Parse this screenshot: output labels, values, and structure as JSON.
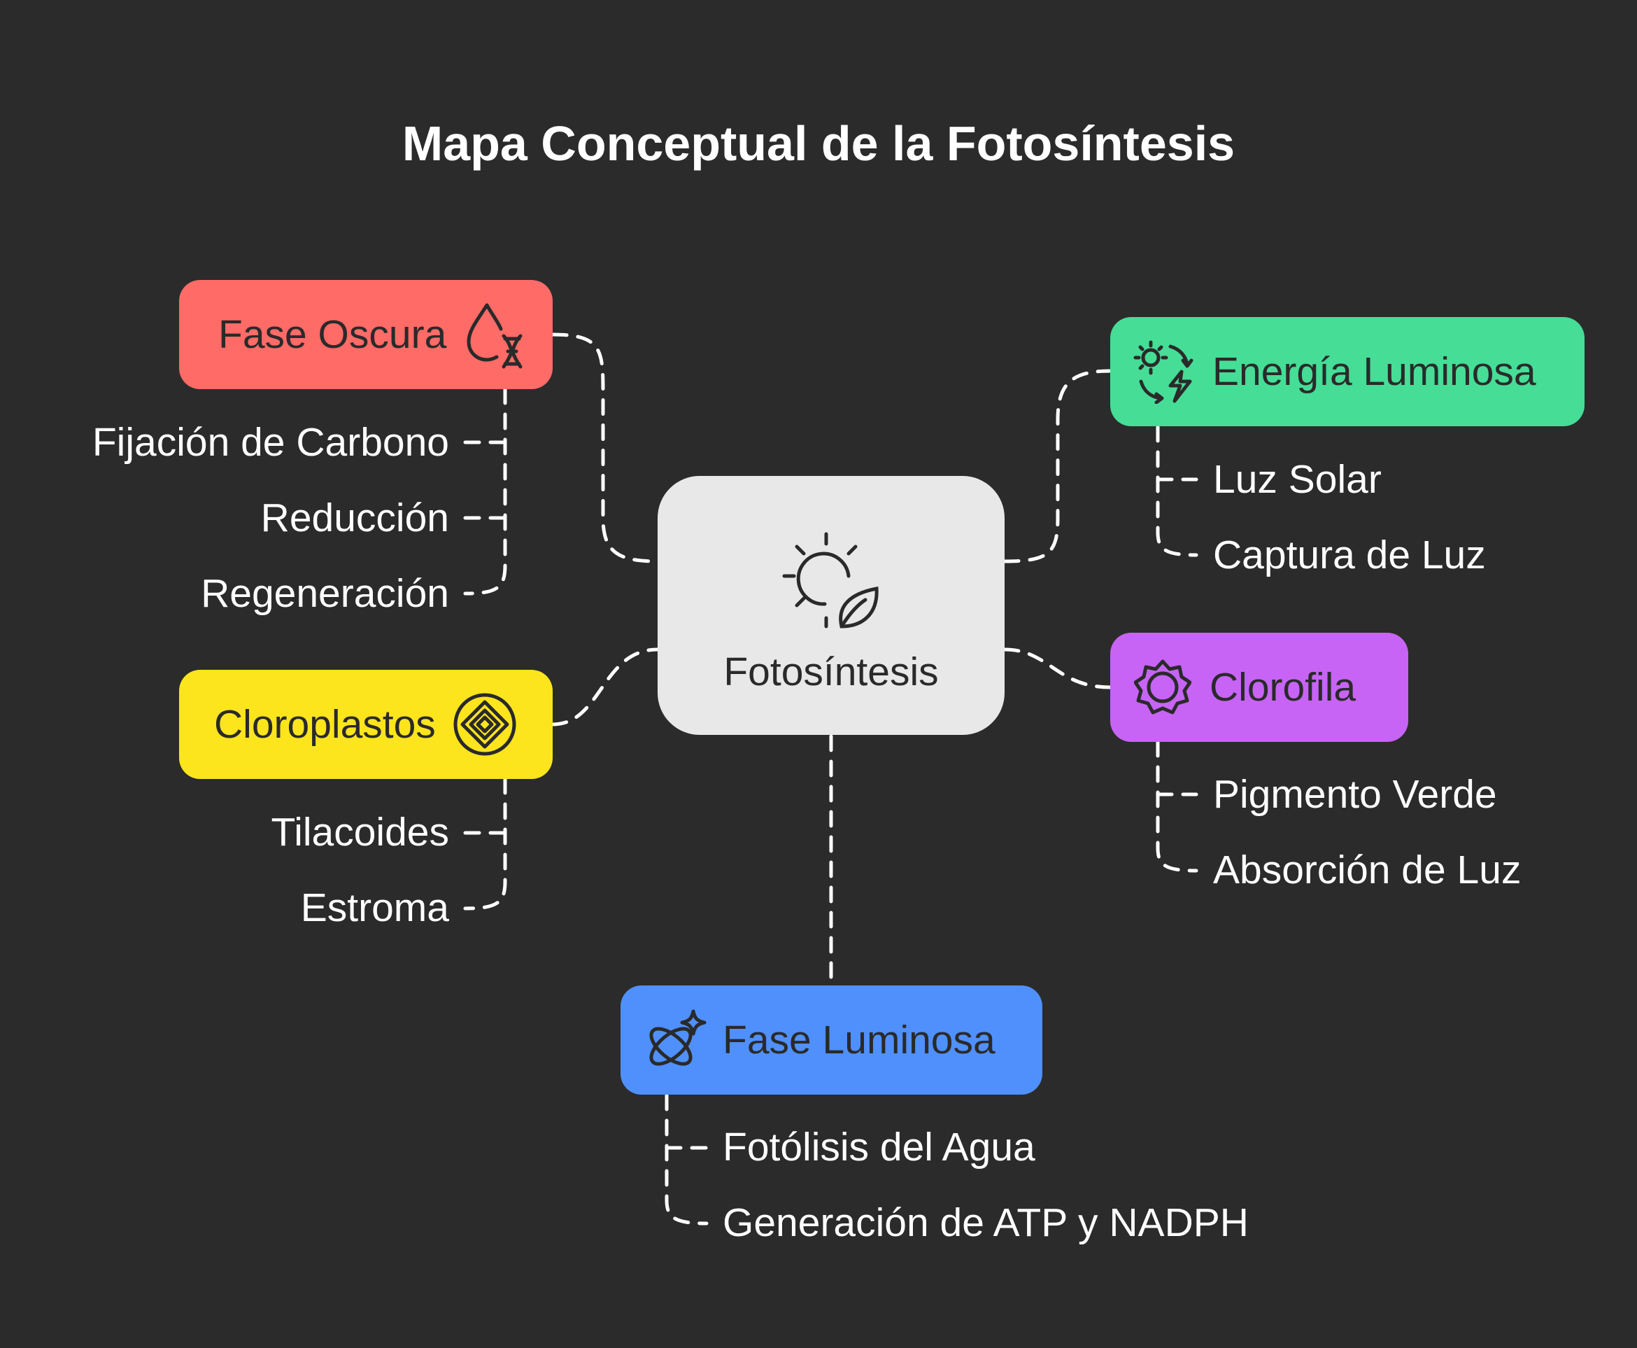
{
  "title": "Mapa Conceptual de la Fotosíntesis",
  "center": {
    "label": "Fotosíntesis",
    "icon": "sun-leaf-icon",
    "color": "#e8e8e8"
  },
  "nodes": {
    "fase_oscura": {
      "label": "Fase Oscura",
      "icon": "drop-dna-icon",
      "color": "#ff6b67",
      "items": [
        "Fijación de Carbono",
        "Reducción",
        "Regeneración"
      ]
    },
    "cloroplastos": {
      "label": "Cloroplastos",
      "icon": "layered-diamond-icon",
      "color": "#fce51c",
      "items": [
        "Tilacoides",
        "Estroma"
      ]
    },
    "energia_luminosa": {
      "label": "Energía Luminosa",
      "icon": "sun-cycle-bolt-icon",
      "color": "#46dd97",
      "items": [
        "Luz Solar",
        "Captura de Luz"
      ]
    },
    "clorofila": {
      "label": "Clorofila",
      "icon": "starburst-badge-icon",
      "color": "#c764f5",
      "items": [
        "Pigmento Verde",
        "Absorción de Luz"
      ]
    },
    "fase_luminosa": {
      "label": "Fase Luminosa",
      "icon": "orbit-sparkle-icon",
      "color": "#4f90fc",
      "items": [
        "Fotólisis del Agua",
        "Generación de ATP y NADPH"
      ]
    }
  }
}
